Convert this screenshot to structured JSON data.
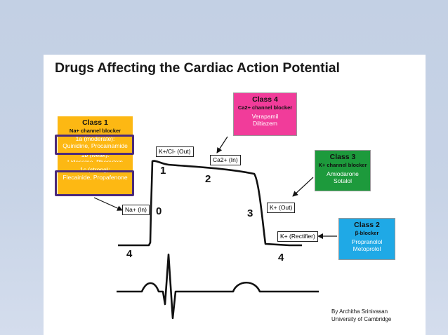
{
  "title": "Drugs Affecting the Cardiac Action Potential",
  "class1": {
    "heading": "Class 1",
    "subheading": "Na+ channel blocker",
    "a_label": "1a (moderate):",
    "a_drugs": "Quinidine, Procainamide",
    "b_label": "1b (weak):",
    "b_drugs": "Lidocaine, Phenytoin",
    "c_label": "1c (strong):",
    "c_drugs": "Flecainide, Propafenone"
  },
  "class2": {
    "heading": "Class 2",
    "subheading": "β-blocker",
    "drug1": "Propranolol",
    "drug2": "Metoprolol"
  },
  "class3": {
    "heading": "Class 3",
    "subheading": "K+ channel blocker",
    "drug1": "Amiodarone",
    "drug2": "Sotalol"
  },
  "class4": {
    "heading": "Class 4",
    "subheading": "Ca2+ channel blocker",
    "drug1": "Verapamil",
    "drug2": "Diltiazem"
  },
  "ion_labels": {
    "na_in": "Na+ (In)",
    "k_cl_out": "K+/Cl- (Out)",
    "ca_in": "Ca2+ (In)",
    "k_out": "K+ (Out)",
    "k_rectifier": "K+ (Rectifier)"
  },
  "phases": {
    "p0": "0",
    "p1": "1",
    "p2": "2",
    "p3": "3",
    "p4_left": "4",
    "p4_right": "4"
  },
  "credit": {
    "line1": "By Architha Srinivasan",
    "line2": "University of Cambridge"
  },
  "colors": {
    "class1": "#fdb813",
    "class1_outline": "#4b2a7b",
    "class2": "#1fa9e6",
    "class3": "#1d9a3c",
    "class4": "#f13c9a"
  }
}
